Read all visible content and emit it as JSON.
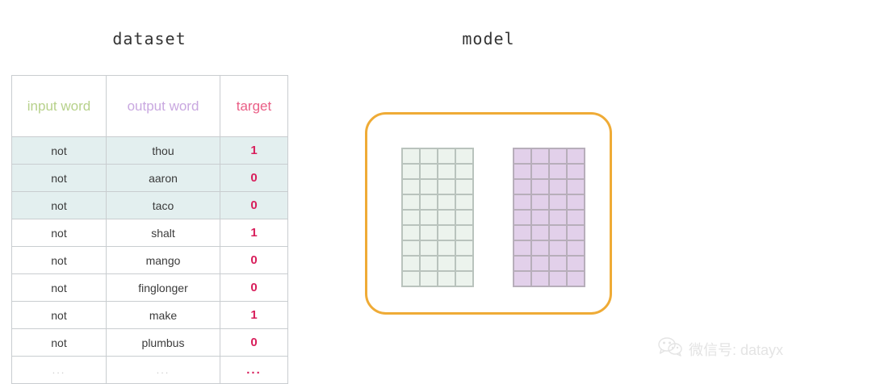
{
  "panels": {
    "dataset_title": "dataset",
    "model_title": "model"
  },
  "dataset": {
    "columns": [
      {
        "label": "input word",
        "color": "#b7d18b"
      },
      {
        "label": "output word",
        "color": "#c9a8e0"
      },
      {
        "label": "target",
        "color": "#ea5e86"
      }
    ],
    "rows": [
      {
        "input": "not",
        "output": "thou",
        "target": "1",
        "highlighted": true
      },
      {
        "input": "not",
        "output": "aaron",
        "target": "0",
        "highlighted": true
      },
      {
        "input": "not",
        "output": "taco",
        "target": "0",
        "highlighted": true
      },
      {
        "input": "not",
        "output": "shalt",
        "target": "1",
        "highlighted": false
      },
      {
        "input": "not",
        "output": "mango",
        "target": "0",
        "highlighted": false
      },
      {
        "input": "not",
        "output": "finglonger",
        "target": "0",
        "highlighted": false
      },
      {
        "input": "not",
        "output": "make",
        "target": "1",
        "highlighted": false
      },
      {
        "input": "not",
        "output": "plumbus",
        "target": "0",
        "highlighted": false
      },
      {
        "input": "...",
        "output": "...",
        "target": "...",
        "highlighted": false
      }
    ],
    "highlight_color": "#e3efef",
    "target_value_color": "#d81e5b",
    "border_color": "#c9cdd0"
  },
  "model": {
    "border_color": "#efab36",
    "matrices": [
      {
        "name": "embedding-matrix-green",
        "rows": 9,
        "cols": 4,
        "cell_color": "#ecf3ed",
        "grid_color": "#b9c3bd"
      },
      {
        "name": "context-matrix-purple",
        "rows": 9,
        "cols": 4,
        "cell_color": "#e2d0ea",
        "grid_color": "#b7aeba"
      }
    ]
  },
  "watermark": {
    "icon": "wechat-icon",
    "text": "微信号: datayx",
    "color": "#e4e4e4"
  }
}
